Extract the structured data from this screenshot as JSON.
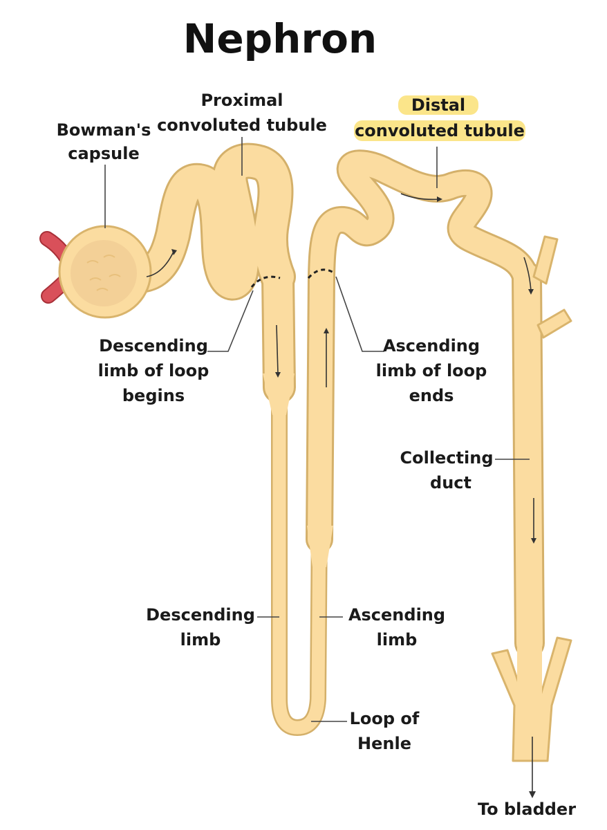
{
  "title": "Nephron",
  "colors": {
    "tubule": "#fbdca0",
    "tubule_edge": "#d9b46c",
    "afferent": "#d9505a",
    "highlight": "#fbe58a",
    "ink": "#1a1a1a"
  },
  "labels": {
    "bowmans_1": "Bowman's",
    "bowmans_2": "capsule",
    "proximal_1": "Proximal",
    "proximal_2": "convoluted tubule",
    "distal_1": "Distal",
    "distal_2": "convoluted tubule",
    "desc_loop_1": "Descending",
    "desc_loop_2": "limb of loop",
    "desc_loop_3": "begins",
    "asc_loop_1": "Ascending",
    "asc_loop_2": "limb of loop",
    "asc_loop_3": "ends",
    "collecting_1": "Collecting",
    "collecting_2": "duct",
    "desc_limb_1": "Descending",
    "desc_limb_2": "limb",
    "asc_limb_1": "Ascending",
    "asc_limb_2": "limb",
    "henle_1": "Loop of",
    "henle_2": "Henle",
    "bladder": "To bladder"
  }
}
